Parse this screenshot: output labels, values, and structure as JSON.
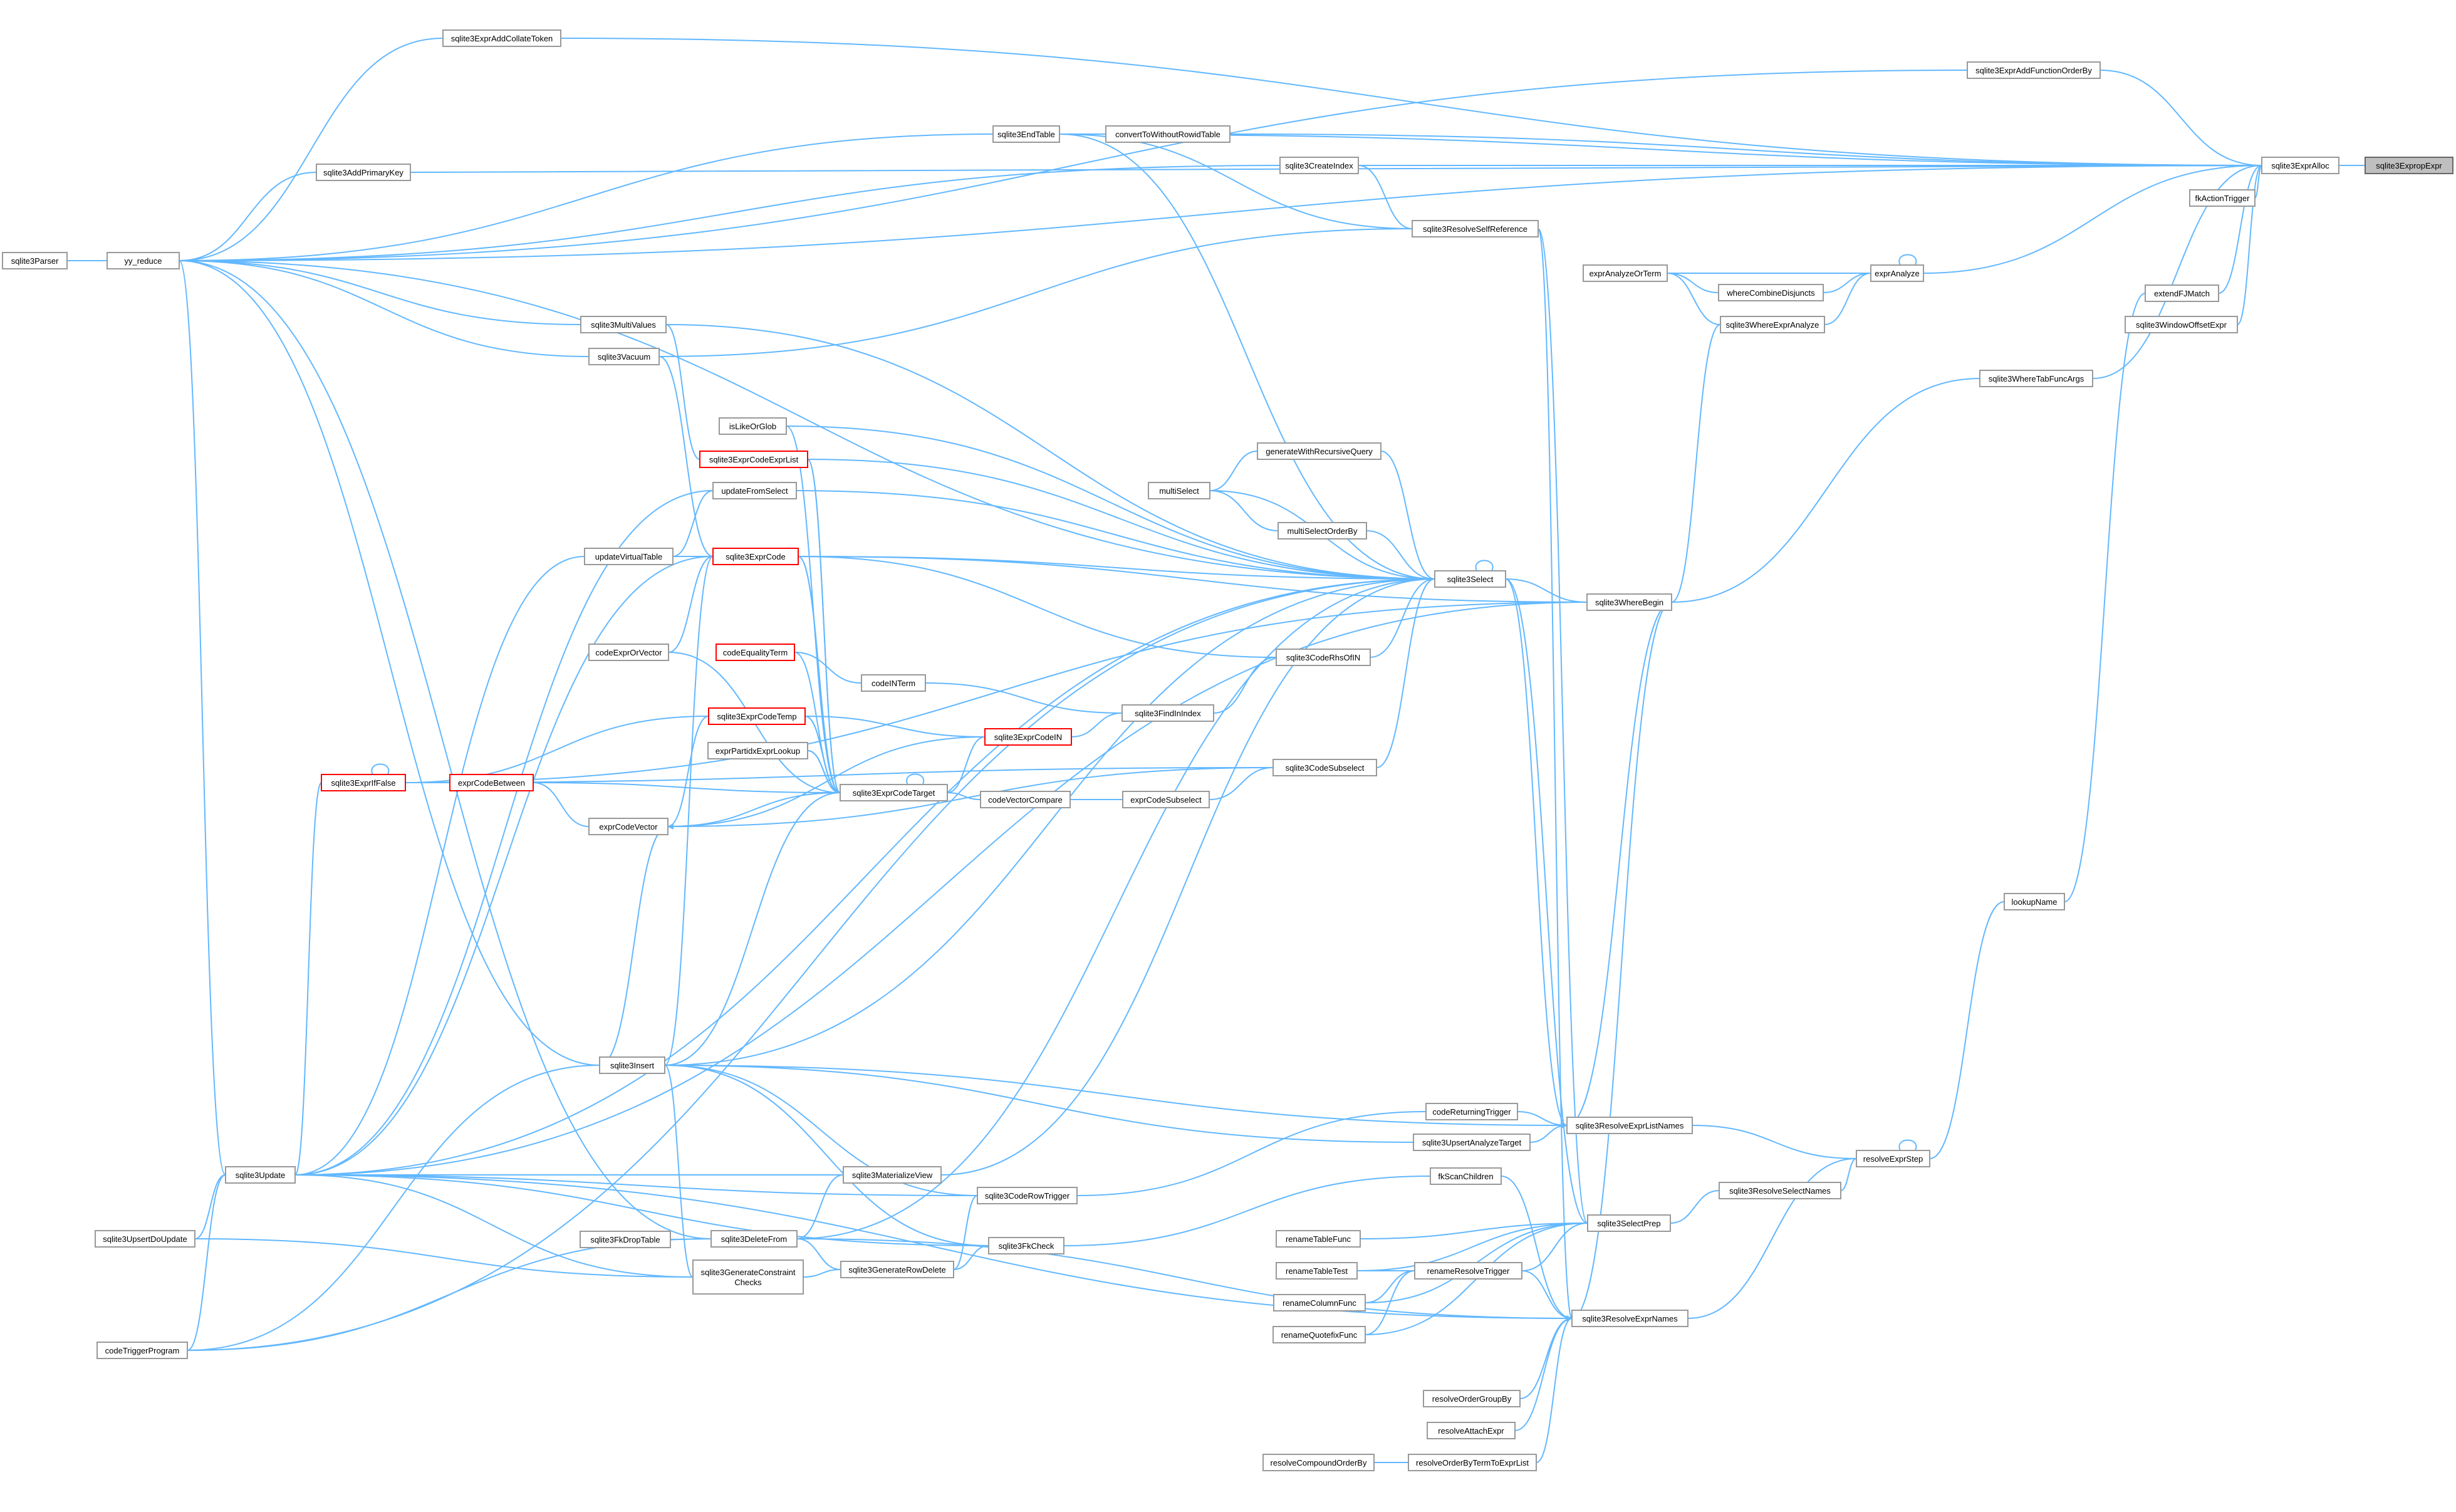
{
  "diagram": {
    "nodes": [
      {
        "id": "sqlite3ExprAddCollateToken",
        "label": "sqlite3ExprAddCollateToken"
      },
      {
        "id": "sqlite3ExprAddFunctionOrderBy",
        "label": "sqlite3ExprAddFunctionOrderBy"
      },
      {
        "id": "sqlite3EndTable",
        "label": "sqlite3EndTable"
      },
      {
        "id": "convertToWithoutRowidTable",
        "label": "convertToWithoutRowidTable"
      },
      {
        "id": "sqlite3AddPrimaryKey",
        "label": "sqlite3AddPrimaryKey"
      },
      {
        "id": "sqlite3CreateIndex",
        "label": "sqlite3CreateIndex"
      },
      {
        "id": "sqlite3ExprAlloc",
        "label": "sqlite3ExprAlloc"
      },
      {
        "id": "sqlite3ExprDup",
        "label": "sqlite3ExpropExpr",
        "sel": true
      },
      {
        "id": "fkActionTrigger",
        "label": "fkActionTrigger"
      },
      {
        "id": "sqlite3Parser",
        "label": "sqlite3Parser"
      },
      {
        "id": "yy_reduce",
        "label": "yy_reduce"
      },
      {
        "id": "sqlite3ResolveSelfReference",
        "label": "sqlite3ResolveSelfReference"
      },
      {
        "id": "exprAnalyzeOrTerm",
        "label": "exprAnalyzeOrTerm"
      },
      {
        "id": "exprAnalyze",
        "label": "exprAnalyze"
      },
      {
        "id": "whereCombineDisjuncts",
        "label": "whereCombineDisjuncts"
      },
      {
        "id": "extendFJMatch",
        "label": "extendFJMatch"
      },
      {
        "id": "sqlite3WhereExprAnalyze",
        "label": "sqlite3WhereExprAnalyze"
      },
      {
        "id": "sqlite3WindowOffsetExpr",
        "label": "sqlite3WindowOffsetExpr"
      },
      {
        "id": "sqlite3MultiValues",
        "label": "sqlite3MultiValues"
      },
      {
        "id": "sqlite3WhereTabFuncArgs",
        "label": "sqlite3WhereTabFuncArgs"
      },
      {
        "id": "sqlite3Vacuum",
        "label": "sqlite3Vacuum"
      },
      {
        "id": "isLikeOrGlob",
        "label": "isLikeOrGlob"
      },
      {
        "id": "generateWithRecursiveQuery",
        "label": "generateWithRecursiveQuery"
      },
      {
        "id": "sqlite3ExprCodeExprList",
        "label": "sqlite3ExprCodeExprList",
        "hl": true
      },
      {
        "id": "updateFromSelect",
        "label": "updateFromSelect"
      },
      {
        "id": "multiSelect",
        "label": "multiSelect"
      },
      {
        "id": "multiSelectOrderBy",
        "label": "multiSelectOrderBy"
      },
      {
        "id": "updateVirtualTable",
        "label": "updateVirtualTable"
      },
      {
        "id": "sqlite3ExprCode",
        "label": "sqlite3ExprCode",
        "hl": true
      },
      {
        "id": "sqlite3Select",
        "label": "sqlite3Select"
      },
      {
        "id": "sqlite3WhereBegin",
        "label": "sqlite3WhereBegin"
      },
      {
        "id": "codeExprOrVector",
        "label": "codeExprOrVector"
      },
      {
        "id": "sqlite3CodeRhsOfIN",
        "label": "sqlite3CodeRhsOfIN"
      },
      {
        "id": "codeEqualityTerm",
        "label": "codeEqualityTerm",
        "hl": true
      },
      {
        "id": "codeINTerm",
        "label": "codeINTerm"
      },
      {
        "id": "sqlite3FindInIndex",
        "label": "sqlite3FindInIndex"
      },
      {
        "id": "sqlite3ExprCodeTemp",
        "label": "sqlite3ExprCodeTemp",
        "hl": true
      },
      {
        "id": "sqlite3ExprCodeIN",
        "label": "sqlite3ExprCodeIN",
        "hl": true
      },
      {
        "id": "exprPartidxExprLookup",
        "label": "exprPartidxExprLookup"
      },
      {
        "id": "sqlite3CodeSubselect",
        "label": "sqlite3CodeSubselect"
      },
      {
        "id": "sqlite3ExprIfFalse",
        "label": "sqlite3ExprIfFalse",
        "hl": true
      },
      {
        "id": "exprCodeBetween",
        "label": "exprCodeBetween",
        "hl": true
      },
      {
        "id": "sqlite3ExprCodeTarget",
        "label": "sqlite3ExprCodeTarget"
      },
      {
        "id": "codeVectorCompare",
        "label": "codeVectorCompare"
      },
      {
        "id": "exprCodeSubselect",
        "label": "exprCodeSubselect"
      },
      {
        "id": "exprCodeVector",
        "label": "exprCodeVector"
      },
      {
        "id": "lookupName",
        "label": "lookupName"
      },
      {
        "id": "sqlite3Insert",
        "label": "sqlite3Insert"
      },
      {
        "id": "codeReturningTrigger",
        "label": "codeReturningTrigger"
      },
      {
        "id": "sqlite3ResolveExprListNames",
        "label": "sqlite3ResolveExprListNames"
      },
      {
        "id": "sqlite3UpsertAnalyzeTarget",
        "label": "sqlite3UpsertAnalyzeTarget"
      },
      {
        "id": "resolveExprStep",
        "label": "resolveExprStep"
      },
      {
        "id": "sqlite3Update",
        "label": "sqlite3Update"
      },
      {
        "id": "sqlite3MaterializeView",
        "label": "sqlite3MaterializeView"
      },
      {
        "id": "fkScanChildren",
        "label": "fkScanChildren"
      },
      {
        "id": "sqlite3ResolveSelectNames",
        "label": "sqlite3ResolveSelectNames"
      },
      {
        "id": "sqlite3CodeRowTrigger",
        "label": "sqlite3CodeRowTrigger"
      },
      {
        "id": "sqlite3SelectPrep",
        "label": "sqlite3SelectPrep"
      },
      {
        "id": "sqlite3UpsertDoUpdate",
        "label": "sqlite3UpsertDoUpdate"
      },
      {
        "id": "sqlite3FkDropTable",
        "label": "sqlite3FkDropTable"
      },
      {
        "id": "sqlite3DeleteFrom",
        "label": "sqlite3DeleteFrom"
      },
      {
        "id": "renameTableFunc",
        "label": "renameTableFunc"
      },
      {
        "id": "sqlite3FkCheck",
        "label": "sqlite3FkCheck"
      },
      {
        "id": "sqlite3GenerateConstraintChecks",
        "label": "sqlite3GenerateConstraint\nChecks"
      },
      {
        "id": "sqlite3GenerateRowDelete",
        "label": "sqlite3GenerateRowDelete"
      },
      {
        "id": "renameTableTest",
        "label": "renameTableTest"
      },
      {
        "id": "renameResolveTrigger",
        "label": "renameResolveTrigger"
      },
      {
        "id": "renameColumnFunc",
        "label": "renameColumnFunc"
      },
      {
        "id": "sqlite3ResolveExprNames",
        "label": "sqlite3ResolveExprNames"
      },
      {
        "id": "codeTriggerProgram",
        "label": "codeTriggerProgram"
      },
      {
        "id": "renameQuotefixFunc",
        "label": "renameQuotefixFunc"
      },
      {
        "id": "resolveOrderGroupBy",
        "label": "resolveOrderGroupBy"
      },
      {
        "id": "resolveAttachExpr",
        "label": "resolveAttachExpr"
      },
      {
        "id": "resolveCompoundOrderBy",
        "label": "resolveCompoundOrderBy"
      },
      {
        "id": "resolveOrderByTermToExprList",
        "label": "resolveOrderByTermToExprList"
      }
    ],
    "edges": [
      [
        "sqlite3ExprAlloc",
        "sqlite3ExprDup"
      ],
      [
        "sqlite3ExprAddCollateToken",
        "sqlite3ExprAlloc"
      ],
      [
        "sqlite3ExprAddFunctionOrderBy",
        "sqlite3ExprAlloc"
      ],
      [
        "sqlite3EndTable",
        "sqlite3ExprAlloc"
      ],
      [
        "convertToWithoutRowidTable",
        "sqlite3ExprAlloc"
      ],
      [
        "sqlite3AddPrimaryKey",
        "sqlite3ExprAlloc"
      ],
      [
        "sqlite3CreateIndex",
        "sqlite3ExprAlloc"
      ],
      [
        "fkActionTrigger",
        "sqlite3ExprAlloc"
      ],
      [
        "exprAnalyze",
        "sqlite3ExprAlloc"
      ],
      [
        "extendFJMatch",
        "sqlite3ExprAlloc"
      ],
      [
        "sqlite3WindowOffsetExpr",
        "sqlite3ExprAlloc"
      ],
      [
        "sqlite3WhereTabFuncArgs",
        "sqlite3ExprAlloc"
      ],
      [
        "yy_reduce",
        "sqlite3ExprAlloc"
      ],
      [
        "sqlite3Parser",
        "yy_reduce"
      ],
      [
        "yy_reduce",
        "sqlite3ExprAddCollateToken"
      ],
      [
        "yy_reduce",
        "sqlite3ExprAddFunctionOrderBy"
      ],
      [
        "yy_reduce",
        "sqlite3EndTable"
      ],
      [
        "yy_reduce",
        "sqlite3AddPrimaryKey"
      ],
      [
        "yy_reduce",
        "sqlite3CreateIndex"
      ],
      [
        "sqlite3EndTable",
        "convertToWithoutRowidTable"
      ],
      [
        "sqlite3ResolveSelfReference",
        "sqlite3CreateIndex"
      ],
      [
        "sqlite3ResolveSelfReference",
        "sqlite3EndTable"
      ],
      [
        "sqlite3Select",
        "sqlite3EndTable"
      ],
      [
        "exprAnalyze",
        "exprAnalyze"
      ],
      [
        "exprAnalyzeOrTerm",
        "exprAnalyze"
      ],
      [
        "exprAnalyze",
        "exprAnalyzeOrTerm"
      ],
      [
        "whereCombineDisjuncts",
        "exprAnalyze"
      ],
      [
        "exprAnalyzeOrTerm",
        "whereCombineDisjuncts"
      ],
      [
        "sqlite3WhereExprAnalyze",
        "exprAnalyze"
      ],
      [
        "exprAnalyzeOrTerm",
        "sqlite3WhereExprAnalyze"
      ],
      [
        "sqlite3WhereBegin",
        "sqlite3WhereExprAnalyze"
      ],
      [
        "sqlite3WhereBegin",
        "sqlite3WhereTabFuncArgs"
      ],
      [
        "lookupName",
        "extendFJMatch"
      ],
      [
        "yy_reduce",
        "sqlite3MultiValues"
      ],
      [
        "yy_reduce",
        "sqlite3Vacuum"
      ],
      [
        "yy_reduce",
        "sqlite3Select"
      ],
      [
        "sqlite3Vacuum",
        "sqlite3ResolveSelfReference"
      ],
      [
        "sqlite3MultiValues",
        "sqlite3Select"
      ],
      [
        "sqlite3ExprCode",
        "sqlite3Vacuum"
      ],
      [
        "sqlite3ExprCodeExprList",
        "sqlite3MultiValues"
      ],
      [
        "sqlite3Select",
        "isLikeOrGlob"
      ],
      [
        "sqlite3Select",
        "sqlite3ExprCodeExprList"
      ],
      [
        "sqlite3Select",
        "updateFromSelect"
      ],
      [
        "sqlite3Select",
        "sqlite3ExprCode"
      ],
      [
        "sqlite3Select",
        "sqlite3Select"
      ],
      [
        "generateWithRecursiveQuery",
        "multiSelect"
      ],
      [
        "multiSelect",
        "sqlite3Select"
      ],
      [
        "multiSelectOrderBy",
        "multiSelect"
      ],
      [
        "sqlite3Select",
        "generateWithRecursiveQuery"
      ],
      [
        "sqlite3Select",
        "multiSelectOrderBy"
      ],
      [
        "sqlite3WhereBegin",
        "sqlite3Select"
      ],
      [
        "sqlite3CodeRhsOfIN",
        "sqlite3Select"
      ],
      [
        "sqlite3CodeSubselect",
        "sqlite3Select"
      ],
      [
        "sqlite3WhereBegin",
        "sqlite3ExprCode"
      ],
      [
        "sqlite3WhereBegin",
        "sqlite3ExprIfFalse"
      ],
      [
        "sqlite3WhereBegin",
        "sqlite3Update"
      ],
      [
        "updateFromSelect",
        "sqlite3Update"
      ],
      [
        "updateVirtualTable",
        "sqlite3Update"
      ],
      [
        "updateFromSelect",
        "updateVirtualTable"
      ],
      [
        "sqlite3ExprCode",
        "updateVirtualTable"
      ],
      [
        "sqlite3ExprCode",
        "sqlite3Update"
      ],
      [
        "sqlite3ExprCode",
        "codeExprOrVector"
      ],
      [
        "sqlite3ExprCode",
        "sqlite3Insert"
      ],
      [
        "sqlite3ExprCode",
        "sqlite3ExprCodeTarget"
      ],
      [
        "sqlite3ExprCodeTarget",
        "sqlite3ExprCode"
      ],
      [
        "sqlite3ExprCodeExprList",
        "sqlite3ExprCodeTarget"
      ],
      [
        "sqlite3ExprCodeTarget",
        "sqlite3ExprCodeExprList"
      ],
      [
        "isLikeOrGlob",
        "sqlite3ExprCodeTarget"
      ],
      [
        "sqlite3CodeRhsOfIN",
        "sqlite3ExprCode"
      ],
      [
        "sqlite3FindInIndex",
        "sqlite3CodeRhsOfIN"
      ],
      [
        "codeINTerm",
        "sqlite3FindInIndex"
      ],
      [
        "codeEqualityTerm",
        "codeINTerm"
      ],
      [
        "sqlite3ExprCodeIN",
        "sqlite3FindInIndex"
      ],
      [
        "sqlite3ExprCodeIN",
        "sqlite3ExprCodeTemp"
      ],
      [
        "sqlite3ExprCodeTarget",
        "sqlite3ExprCodeIN"
      ],
      [
        "sqlite3ExprCodeTemp",
        "sqlite3ExprCodeTarget"
      ],
      [
        "sqlite3ExprCodeTarget",
        "sqlite3ExprCodeTemp"
      ],
      [
        "sqlite3ExprCodeTemp",
        "sqlite3ExprIfFalse"
      ],
      [
        "sqlite3ExprCodeTemp",
        "exprCodeVector"
      ],
      [
        "exprPartidxExprLookup",
        "sqlite3ExprCodeTarget"
      ],
      [
        "sqlite3ExprCodeTarget",
        "exprPartidxExprLookup"
      ],
      [
        "sqlite3ExprCodeTarget",
        "sqlite3ExprCodeTarget"
      ],
      [
        "sqlite3ExprCodeTarget",
        "exprCodeBetween"
      ],
      [
        "sqlite3ExprCodeTarget",
        "exprCodeVector"
      ],
      [
        "codeEqualityTerm",
        "sqlite3ExprCodeTarget"
      ],
      [
        "sqlite3CodeSubselect",
        "exprCodeVector"
      ],
      [
        "sqlite3CodeSubselect",
        "sqlite3ExprIfFalse"
      ],
      [
        "exprCodeBetween",
        "sqlite3ExprIfFalse"
      ],
      [
        "sqlite3ExprIfFalse",
        "sqlite3ExprIfFalse"
      ],
      [
        "exprCodeBetween",
        "exprCodeVector"
      ],
      [
        "sqlite3ExprIfFalse",
        "sqlite3Update"
      ],
      [
        "sqlite3ExprCodeTarget",
        "codeVectorCompare"
      ],
      [
        "codeVectorCompare",
        "exprCodeSubselect"
      ],
      [
        "exprCodeSubselect",
        "sqlite3CodeSubselect"
      ],
      [
        "sqlite3ExprCodeIN",
        "exprCodeVector"
      ],
      [
        "exprCodeVector",
        "sqlite3Insert"
      ],
      [
        "codeExprOrVector",
        "sqlite3ExprCodeTarget"
      ],
      [
        "sqlite3Insert",
        "yy_reduce"
      ],
      [
        "sqlite3Insert",
        "codeTriggerProgram"
      ],
      [
        "sqlite3Update",
        "yy_reduce"
      ],
      [
        "sqlite3Update",
        "codeTriggerProgram"
      ],
      [
        "sqlite3Update",
        "sqlite3UpsertDoUpdate"
      ],
      [
        "sqlite3UpsertDoUpdate",
        "sqlite3GenerateConstraintChecks"
      ],
      [
        "sqlite3DeleteFrom",
        "yy_reduce"
      ],
      [
        "sqlite3DeleteFrom",
        "codeTriggerProgram"
      ],
      [
        "sqlite3FkDropTable",
        "sqlite3DeleteFrom"
      ],
      [
        "sqlite3MaterializeView",
        "sqlite3DeleteFrom"
      ],
      [
        "sqlite3MaterializeView",
        "sqlite3Update"
      ],
      [
        "sqlite3Select",
        "sqlite3MaterializeView"
      ],
      [
        "sqlite3Select",
        "sqlite3Insert"
      ],
      [
        "sqlite3Select",
        "sqlite3DeleteFrom"
      ],
      [
        "sqlite3CodeRowTrigger",
        "sqlite3Insert"
      ],
      [
        "sqlite3CodeRowTrigger",
        "sqlite3Update"
      ],
      [
        "sqlite3CodeRowTrigger",
        "sqlite3GenerateRowDelete"
      ],
      [
        "codeReturningTrigger",
        "sqlite3CodeRowTrigger"
      ],
      [
        "sqlite3FkCheck",
        "sqlite3Insert"
      ],
      [
        "sqlite3FkCheck",
        "sqlite3Update"
      ],
      [
        "sqlite3FkCheck",
        "sqlite3GenerateRowDelete"
      ],
      [
        "fkScanChildren",
        "sqlite3FkCheck"
      ],
      [
        "sqlite3GenerateRowDelete",
        "sqlite3DeleteFrom"
      ],
      [
        "sqlite3GenerateConstraintChecks",
        "sqlite3GenerateRowDelete"
      ],
      [
        "sqlite3GenerateConstraintChecks",
        "sqlite3Insert"
      ],
      [
        "sqlite3GenerateConstraintChecks",
        "sqlite3Update"
      ],
      [
        "sqlite3ResolveExprListNames",
        "sqlite3Insert"
      ],
      [
        "sqlite3ResolveExprListNames",
        "sqlite3Select"
      ],
      [
        "sqlite3ResolveExprListNames",
        "codeReturningTrigger"
      ],
      [
        "sqlite3ResolveExprListNames",
        "sqlite3UpsertAnalyzeTarget"
      ],
      [
        "sqlite3UpsertAnalyzeTarget",
        "sqlite3Insert"
      ],
      [
        "resolveExprStep",
        "sqlite3ResolveExprListNames"
      ],
      [
        "resolveExprStep",
        "resolveExprStep"
      ],
      [
        "resolveExprStep",
        "lookupName"
      ],
      [
        "resolveExprStep",
        "sqlite3ResolveSelectNames"
      ],
      [
        "sqlite3ResolveSelectNames",
        "sqlite3SelectPrep"
      ],
      [
        "sqlite3SelectPrep",
        "sqlite3Select"
      ],
      [
        "sqlite3SelectPrep",
        "renameTableFunc"
      ],
      [
        "sqlite3SelectPrep",
        "renameTableTest"
      ],
      [
        "sqlite3SelectPrep",
        "renameResolveTrigger"
      ],
      [
        "sqlite3SelectPrep",
        "renameColumnFunc"
      ],
      [
        "sqlite3SelectPrep",
        "renameQuotefixFunc"
      ],
      [
        "sqlite3SelectPrep",
        "sqlite3ResolveSelfReference"
      ],
      [
        "renameResolveTrigger",
        "renameTableTest"
      ],
      [
        "renameResolveTrigger",
        "renameColumnFunc"
      ],
      [
        "renameResolveTrigger",
        "renameQuotefixFunc"
      ],
      [
        "sqlite3ResolveExprNames",
        "renameResolveTrigger"
      ],
      [
        "sqlite3ResolveExprNames",
        "sqlite3ResolveSelfReference"
      ],
      [
        "sqlite3ResolveExprNames",
        "fkScanChildren"
      ],
      [
        "sqlite3ResolveExprNames",
        "sqlite3Update"
      ],
      [
        "sqlite3ResolveExprNames",
        "sqlite3DeleteFrom"
      ],
      [
        "sqlite3ResolveExprNames",
        "sqlite3WhereBegin"
      ],
      [
        "sqlite3ResolveExprNames",
        "resolveOrderGroupBy"
      ],
      [
        "sqlite3ResolveExprNames",
        "resolveAttachExpr"
      ],
      [
        "sqlite3ResolveExprNames",
        "resolveOrderByTermToExprList"
      ],
      [
        "resolveOrderByTermToExprList",
        "resolveCompoundOrderBy"
      ],
      [
        "resolveExprStep",
        "sqlite3ResolveExprNames"
      ],
      [
        "sqlite3ResolveExprListNames",
        "sqlite3WhereBegin"
      ],
      [
        "sqlite3Select",
        "sqlite3Update"
      ],
      [
        "sqlite3Select",
        "codeTriggerProgram"
      ],
      [
        "sqlite3ExprCodeTarget",
        "sqlite3Insert"
      ]
    ]
  }
}
